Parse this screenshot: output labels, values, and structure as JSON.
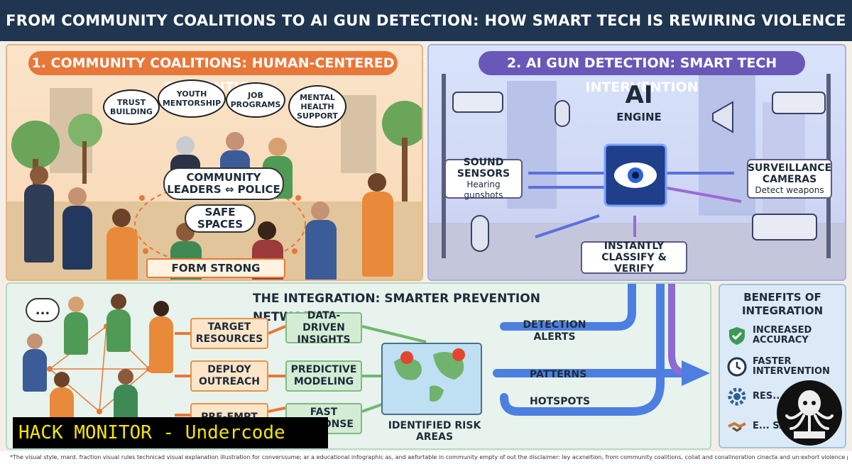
{
  "header": {
    "title": "FROM COMMUNITY COALITIONS TO AI GUN DETECTION: HOW SMART TECH IS REWIRING VIOLENCE PREVENTION"
  },
  "colors": {
    "header_bg": "#1f3550",
    "orange": "#e8773a",
    "purple": "#6a58b8",
    "hack_yellow": "#f5e500"
  },
  "community": {
    "banner": "1. COMMUNITY COALITIONS: HUMAN-CENTERED PREVENTION",
    "bubbles": [
      "TRUST BUILDING",
      "YOUTH MENTORSHIP",
      "JOB PROGRAMS",
      "MENTAL HEALTH SUPPORT"
    ],
    "center_top": "COMMUNITY LEADERS ⇔ POLICE",
    "center_bottom": "SAFE SPACES",
    "footer_label": "FORM STRONG NETWORK"
  },
  "ai": {
    "banner": "2. AI GUN DETECTION: SMART TECH INTERVENTION",
    "engine_big": "AI",
    "engine_small": "ENGINE",
    "sound_title": "SOUND SENSORS",
    "sound_sub": "Hearing gunshots",
    "camera_title": "SURVEILLANCE CAMERAS",
    "camera_sub": "Detect weapons",
    "classify": "INSTANTLY CLASSIFY & VERIFY"
  },
  "integration": {
    "title": "THE INTEGRATION: SMARTER PREVENTION NETWORK",
    "speech": "...",
    "actions": [
      "TARGET RESOURCES",
      "DEPLOY OUTREACH",
      "PRE-EMPT"
    ],
    "insights": [
      "DATA-DRIVEN INSIGHTS",
      "PREDICTIVE MODELING",
      "FAST RESPONSE"
    ],
    "map_label": "IDENTIFIED RISK AREAS",
    "flows": [
      "DETECTION ALERTS",
      "PATTERNS",
      "HOTSPOTS"
    ]
  },
  "benefits": {
    "title": "BENEFITS OF INTEGRATION",
    "items": [
      {
        "label": "INCREASED ACCURACY",
        "icon": "shield-check-icon"
      },
      {
        "label": "FASTER INTERVENTION",
        "icon": "clock-icon"
      },
      {
        "label": "RES... OF...",
        "icon": "gear-icon"
      },
      {
        "label": "E... SA...",
        "icon": "handshake-icon"
      }
    ]
  },
  "watermark": {
    "text": "HACK MONITOR - Undercode"
  },
  "footer": {
    "disclaimer": "*The visual style, mard. fraction visual rules technicad visual explanation illustration for converssume; ar a educational infographic as, and aefortable in community empty of out the disclaimer: ley acxneltion, from community coalitions, coliat and conallnoration cinecta and un:exhort violence prevention."
  }
}
